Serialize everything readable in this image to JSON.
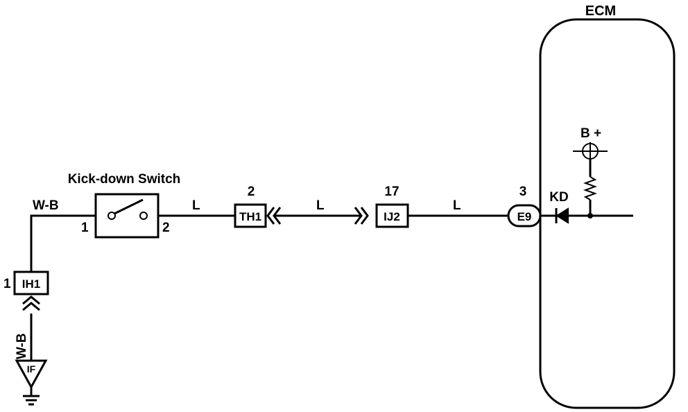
{
  "ecm": {
    "label": "ECM"
  },
  "switch": {
    "label": "Kick-down Switch",
    "pin1": "1",
    "pin2": "2"
  },
  "wires": {
    "left_top": "W-B",
    "left_vertical": "W-B",
    "seg1": "L",
    "seg2": "L",
    "seg3": "L"
  },
  "connectors": {
    "th1": {
      "label": "TH1",
      "pin": "2"
    },
    "ij2": {
      "label": "IJ2",
      "pin": "17"
    },
    "e9": {
      "label": "E9",
      "pin": "3"
    },
    "ih1": {
      "label": "IH1",
      "pin": "1"
    }
  },
  "ground": {
    "label": "IF"
  },
  "ecm_internal": {
    "terminal": "KD",
    "supply": "B +"
  }
}
